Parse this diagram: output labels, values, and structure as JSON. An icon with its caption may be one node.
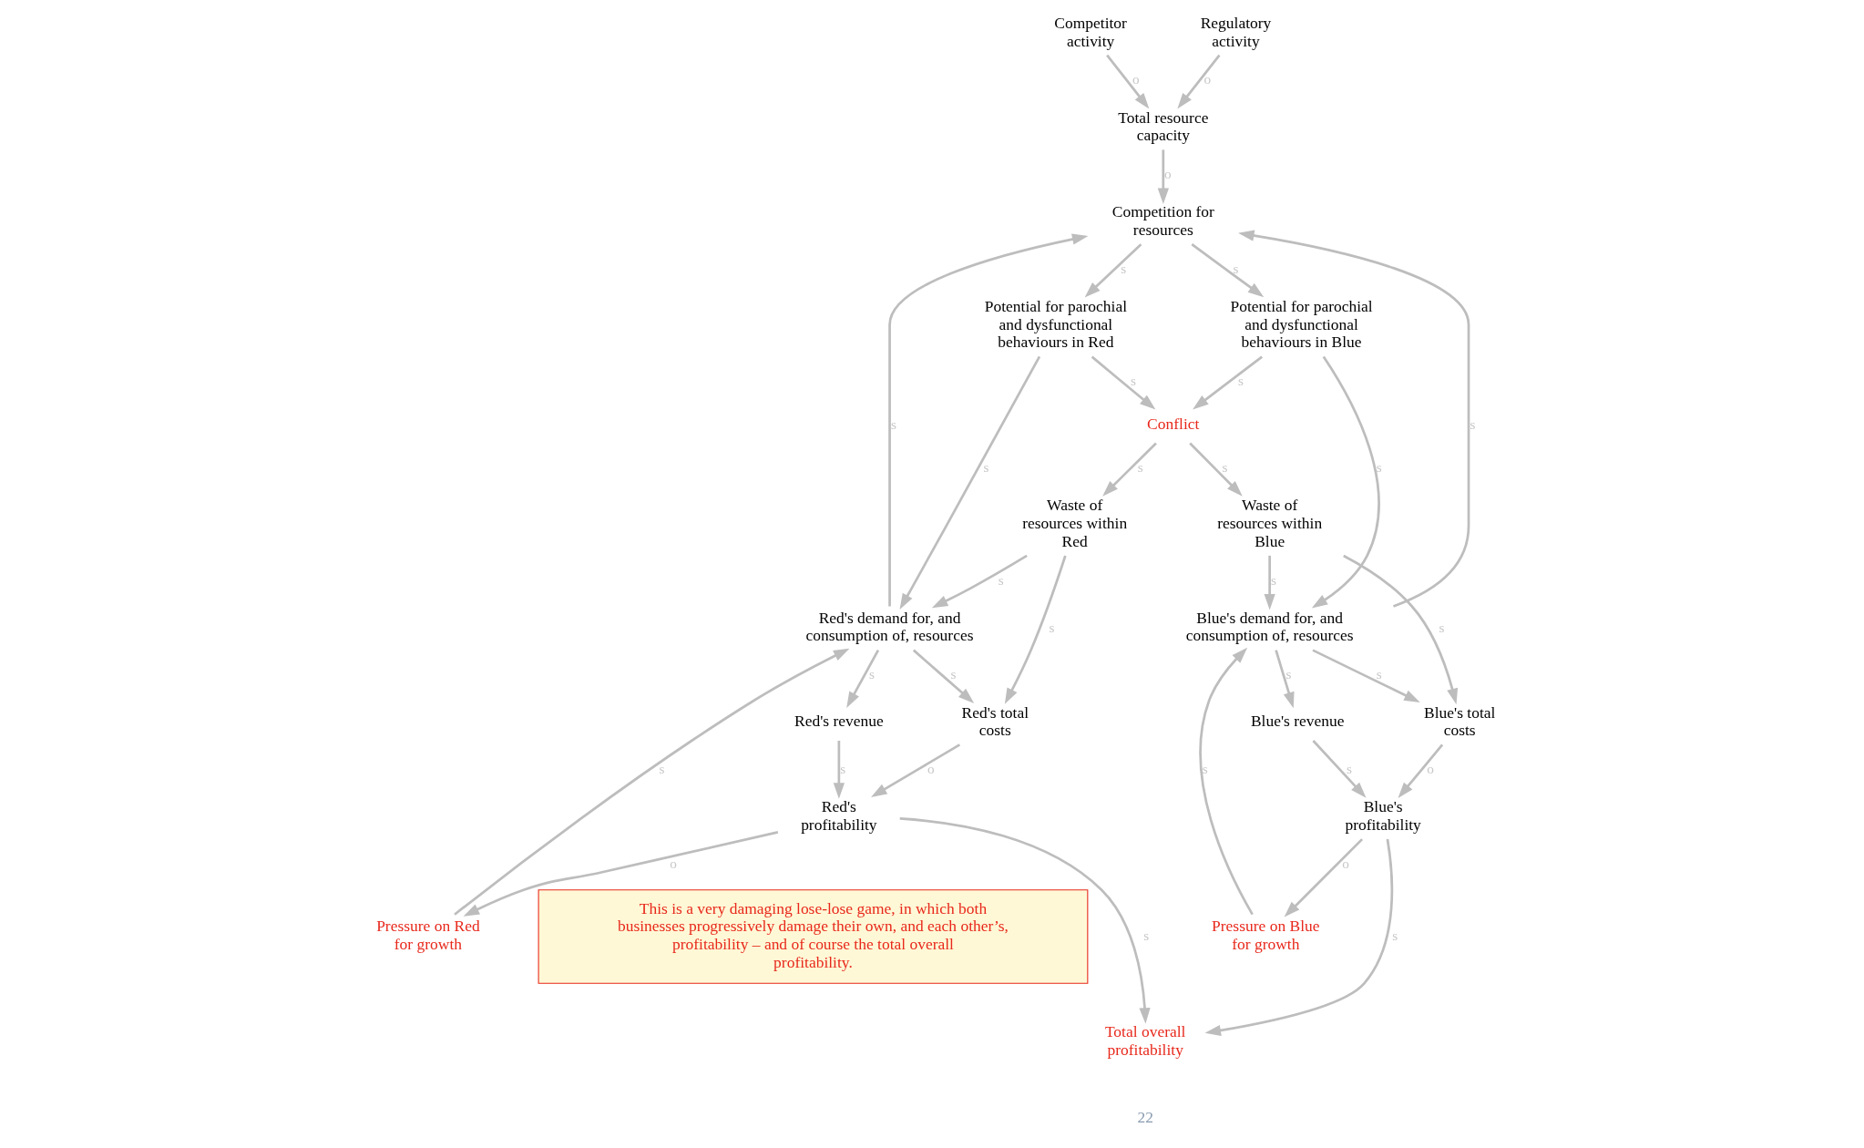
{
  "diagram": {
    "nodes": [
      {
        "text": [
          "Competitor activity"
        ]
      },
      {
        "text": [
          "Regulatory activity"
        ]
      },
      {
        "text": [
          "Pressure on Red for growth"
        ]
      },
      {
        "text": [
          "Total resource capacity"
        ]
      },
      {
        "text": [
          "Pressure on Blue for growth"
        ]
      },
      {
        "text": [
          "Red's demand for, and consumption of, resources"
        ]
      },
      {
        "text": [
          "Competition for resources"
        ]
      },
      {
        "text": [
          "Blue's demand for, and consumption of, resources"
        ]
      },
      {
        "text": [
          "Red's revenue"
        ]
      },
      {
        "text": [
          "Potential for parochial and dysfunctional behaviours in Red"
        ]
      },
      {
        "text": [
          "Potential for parochial and dysfunctional behaviours in Blue"
        ]
      },
      {
        "text": [
          "Blue's revenue"
        ]
      },
      {
        "text": [
          "Red's total costs"
        ]
      },
      {
        "text": [
          "Blue's total costs"
        ]
      },
      {
        "text": [
          "Conflict"
        ]
      },
      {
        "text": [
          "Red's profitability"
        ]
      },
      {
        "text": [
          "Waste of resources within Red"
        ]
      },
      {
        "text": [
          "Waste of resources within Blue"
        ]
      },
      {
        "text": [
          "Blue's profitability"
        ]
      },
      {
        "text": [
          "This is a very damaging lose-lose game, in which both businesses progressively damage their own, and each other’s, profitability – and of course the total overall profitability."
        ]
      },
      {
        "text": [
          "Total overall profitability"
        ]
      }
    ],
    "edges": [
      {
        "from": 0,
        "to": 3,
        "arrow": "to",
        "label": "o"
      },
      {
        "from": 1,
        "to": 3,
        "arrow": "to",
        "label": "o"
      },
      {
        "from": 3,
        "to": 6,
        "arrow": "to",
        "label": "o"
      },
      {
        "from": 2,
        "to": 5,
        "arrow": "to",
        "label": "s"
      },
      {
        "from": 4,
        "to": 7,
        "arrow": "to",
        "label": "s"
      },
      {
        "from": 5,
        "to": 6,
        "arrow": "to",
        "label": "s"
      },
      {
        "from": 7,
        "to": 6,
        "arrow": "to",
        "label": "s"
      },
      {
        "from": 5,
        "to": 8,
        "arrow": "to",
        "label": "s"
      },
      {
        "from": 5,
        "to": 12,
        "arrow": "to",
        "label": "s"
      },
      {
        "from": 6,
        "to": 9,
        "arrow": "to",
        "label": "s"
      },
      {
        "from": 6,
        "to": 10,
        "arrow": "to",
        "label": "s"
      },
      {
        "from": 9,
        "to": 5,
        "arrow": "to",
        "label": "s"
      },
      {
        "from": 10,
        "to": 7,
        "arrow": "to",
        "label": "s"
      },
      {
        "from": 9,
        "to": 14,
        "arrow": "to",
        "label": "s"
      },
      {
        "from": 10,
        "to": 14,
        "arrow": "to",
        "label": "s"
      },
      {
        "from": 8,
        "to": 15,
        "arrow": "to",
        "label": "s"
      },
      {
        "from": 12,
        "to": 15,
        "arrow": "to",
        "label": "o"
      },
      {
        "from": 16,
        "to": 12,
        "arrow": "to",
        "label": "s"
      },
      {
        "from": 16,
        "to": 5,
        "arrow": "to",
        "label": "s"
      },
      {
        "from": 14,
        "to": 16,
        "arrow": "to",
        "label": "s"
      },
      {
        "from": 14,
        "to": 17,
        "arrow": "to",
        "label": "s"
      },
      {
        "from": 17,
        "to": 7,
        "arrow": "to",
        "label": "s"
      },
      {
        "from": 17,
        "to": 13,
        "arrow": "to",
        "label": "s"
      },
      {
        "from": 7,
        "to": 11,
        "arrow": "to",
        "label": "s"
      },
      {
        "from": 7,
        "to": 13,
        "arrow": "to",
        "label": "s"
      },
      {
        "from": 11,
        "to": 18,
        "arrow": "to",
        "label": "s"
      },
      {
        "from": 13,
        "to": 18,
        "arrow": "to",
        "label": "o"
      },
      {
        "from": 15,
        "to": 2,
        "arrow": "to",
        "label": "o"
      },
      {
        "from": 18,
        "to": 4,
        "arrow": "to",
        "label": "o"
      },
      {
        "from": 15,
        "to": 20,
        "arrow": "to",
        "label": "s"
      },
      {
        "from": 18,
        "to": 20,
        "arrow": "to",
        "label": "s"
      }
    ],
    "labels": [
      "22"
    ]
  }
}
